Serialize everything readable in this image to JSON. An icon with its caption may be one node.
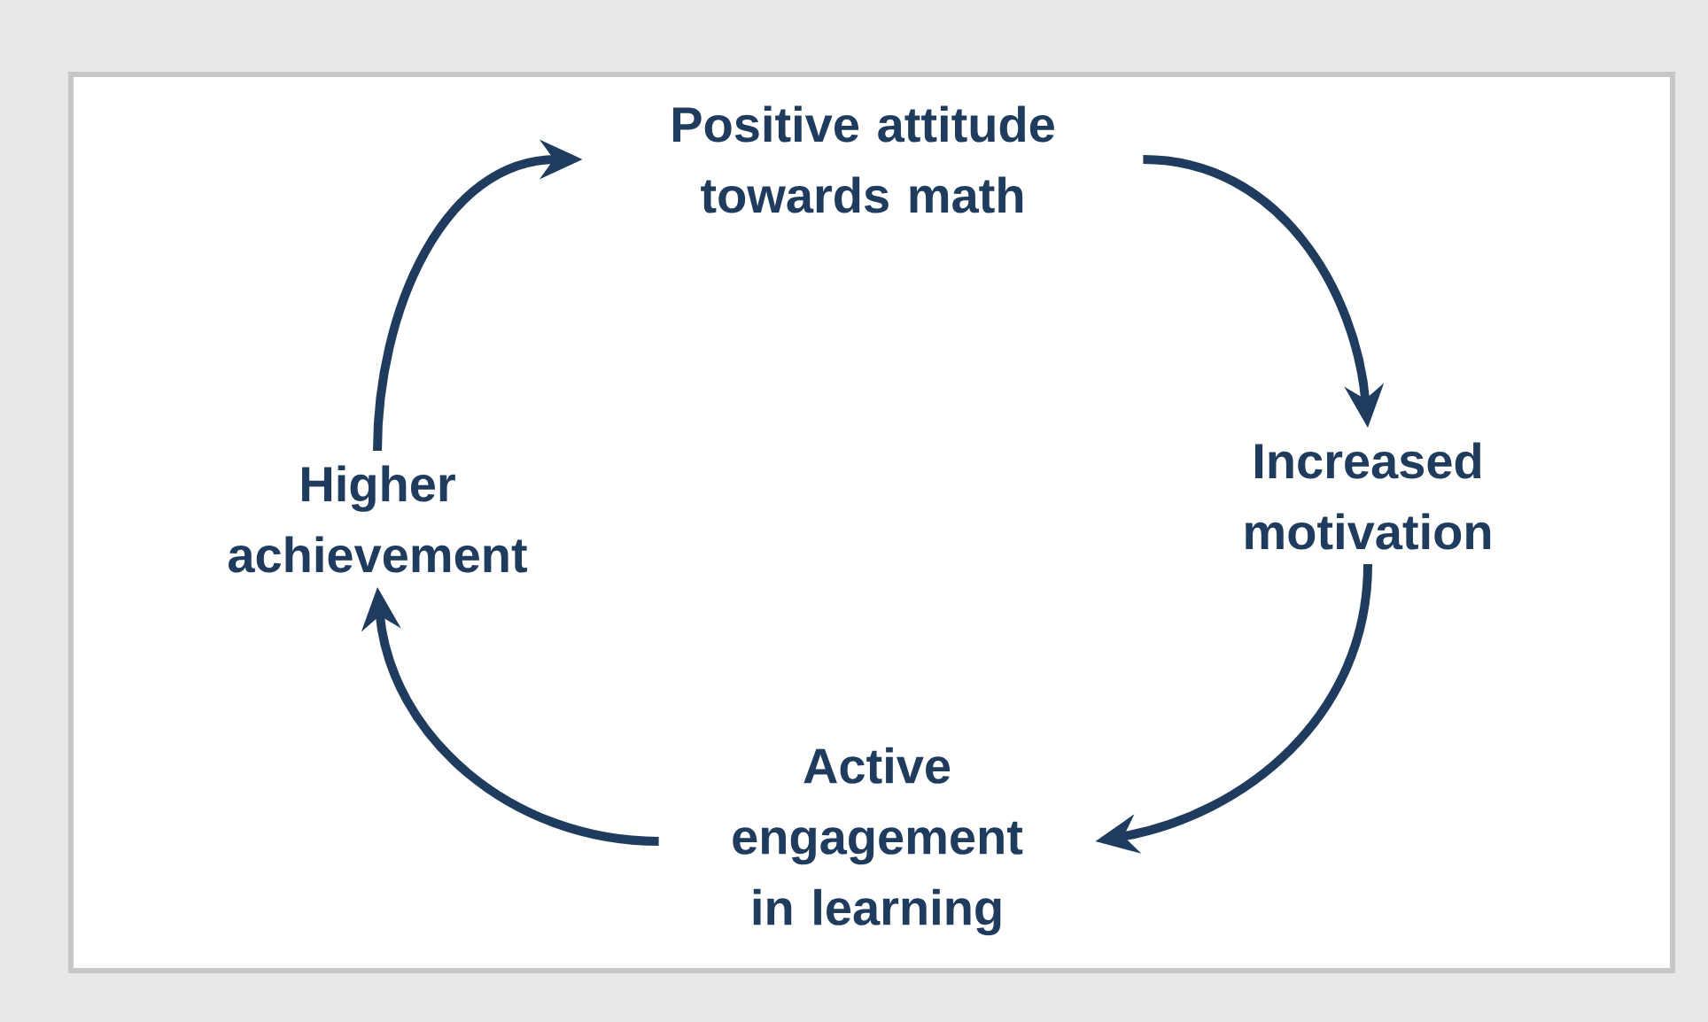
{
  "diagram": {
    "nodes": [
      {
        "text": [
          "Positive attitude towards math"
        ]
      },
      {
        "text": [
          "Increased motivation"
        ]
      },
      {
        "text": [
          "Active engagement in learning"
        ]
      },
      {
        "text": [
          "Higher achievement"
        ]
      }
    ],
    "edges": [
      {
        "from": 0,
        "to": 1,
        "arrow": "to"
      },
      {
        "from": 1,
        "to": 2,
        "arrow": "to"
      },
      {
        "from": 2,
        "to": 3,
        "arrow": "to"
      },
      {
        "from": 3,
        "to": 0,
        "arrow": "to"
      }
    ]
  }
}
